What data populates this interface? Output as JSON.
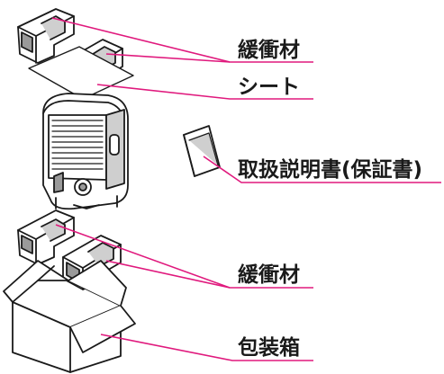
{
  "labels": {
    "cushion_top": "緩衝材",
    "sheet": "シート",
    "manual": "取扱説明書(保証書)",
    "cushion_bottom": "緩衝材",
    "box": "包装箱"
  },
  "colors": {
    "leader_line": "#e0197d",
    "outline": "#1a1a1a",
    "fill": "#ffffff",
    "shade": "#cfcfcf",
    "dark_shade": "#9a9a9a"
  }
}
